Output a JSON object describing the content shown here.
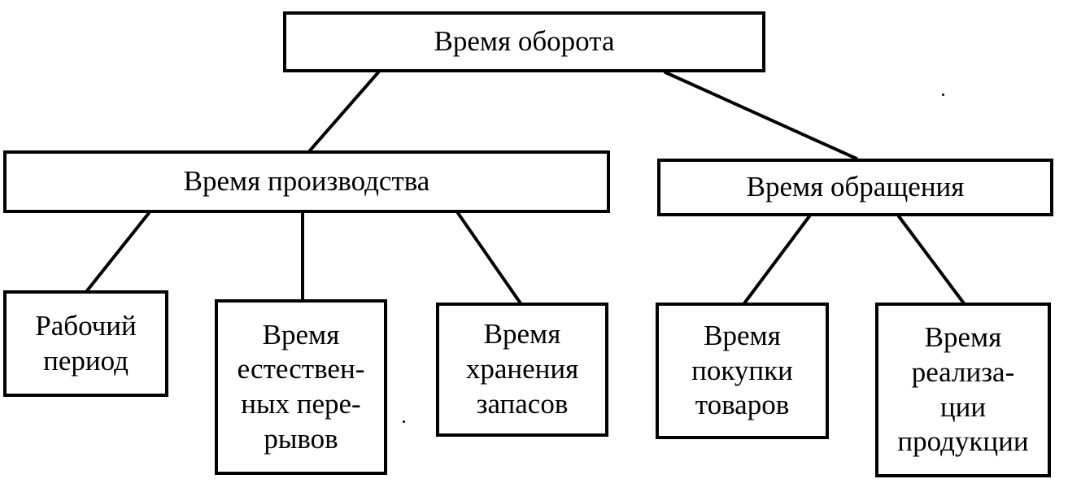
{
  "diagram": {
    "root": {
      "label": "Время оборота"
    },
    "production": {
      "label": "Время производства",
      "children": [
        {
          "label": "Рабочий\nпериод"
        },
        {
          "label": "Время\nестествен-\nных пере-\nрывов"
        },
        {
          "label": "Время\nхранения\nзапасов"
        }
      ]
    },
    "circulation": {
      "label": "Время обращения",
      "children": [
        {
          "label": "Время\nпокупки\nтоваров"
        },
        {
          "label": "Время\nреализа-\nции\nпродукции"
        }
      ]
    }
  }
}
